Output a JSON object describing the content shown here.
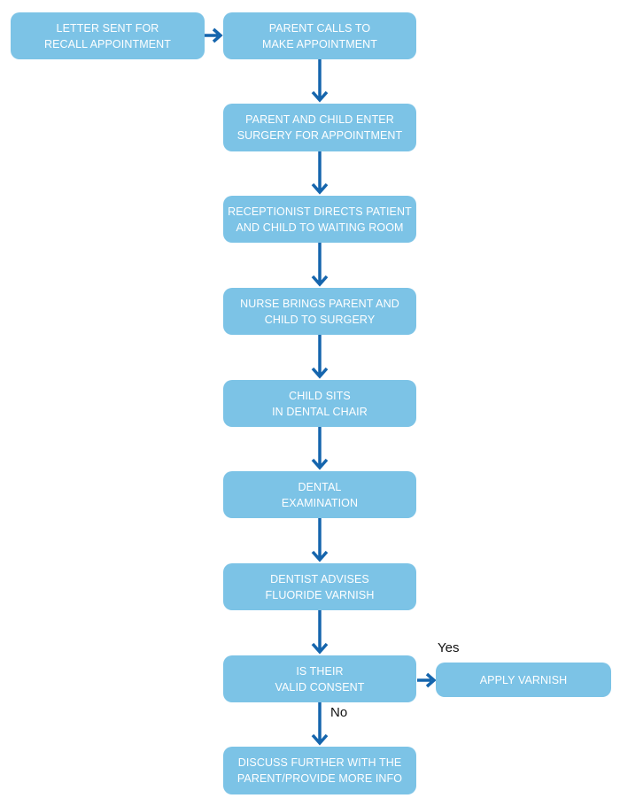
{
  "nodes": {
    "letter": [
      "LETTER SENT FOR",
      "RECALL APPOINTMENT"
    ],
    "call": [
      "PARENT CALLS TO",
      "MAKE APPOINTMENT"
    ],
    "enter": [
      "PARENT AND CHILD ENTER",
      "SURGERY FOR APPOINTMENT"
    ],
    "reception": [
      "RECEPTIONIST DIRECTS PATIENT",
      "AND CHILD TO WAITING ROOM"
    ],
    "nurse": [
      "NURSE BRINGS PARENT AND",
      "CHILD TO SURGERY"
    ],
    "chair": [
      "CHILD SITS",
      "IN DENTAL CHAIR"
    ],
    "exam": [
      "DENTAL",
      "EXAMINATION"
    ],
    "advise": [
      "DENTIST ADVISES",
      "FLUORIDE VARNISH"
    ],
    "consent": [
      "IS THEIR",
      "VALID CONSENT"
    ],
    "apply": [
      "APPLY VARNISH"
    ],
    "discuss": [
      "DISCUSS FURTHER WITH THE",
      "PARENT/PROVIDE MORE INFO"
    ]
  },
  "edge_labels": {
    "yes": "Yes",
    "no": "No"
  },
  "colors": {
    "box_fill": "#7cc3e6",
    "box_text": "#ffffff",
    "arrow": "#1565ad",
    "label_text": "#111111"
  }
}
